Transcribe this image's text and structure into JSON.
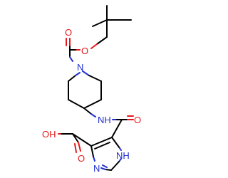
{
  "molecule": {
    "atoms": {
      "ester_o": "O",
      "carbonyl_o_boc": "O",
      "piperidine_n": "N",
      "amide_nh": "NH",
      "amide_o": "O",
      "acid_oh": "OH",
      "acid_o": "O",
      "imidazole_nh": "NH",
      "imidazole_n": "N"
    },
    "colors": {
      "carbon": "#000000",
      "oxygen": "#e31a1c",
      "nitrogen": "#1f2fd1",
      "background": "#ffffff"
    }
  }
}
